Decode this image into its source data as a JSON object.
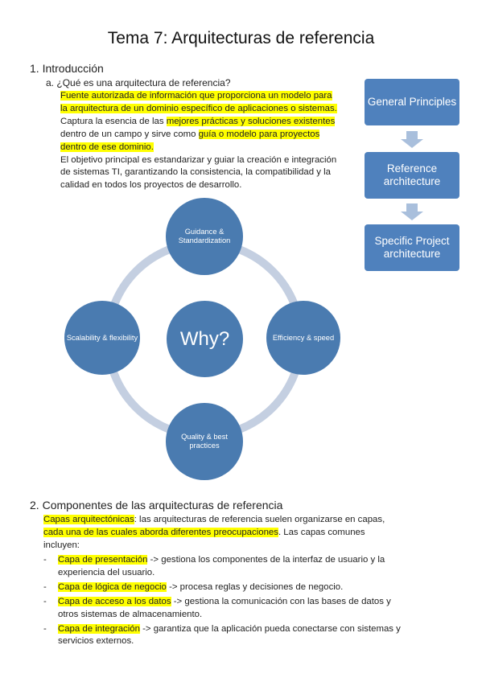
{
  "title": "Tema 7: Arquitecturas de referencia",
  "section1": {
    "number": "1.",
    "heading": "Introducción",
    "sub_number": "a.",
    "sub_heading": "¿Qué es una arquitectura de referencia?",
    "para1_line1": "Fuente autorizada de información que proporciona un modelo para",
    "para1_line2": "la arquitectura de un dominio específico de aplicaciones o sistemas.",
    "para2_pre": "Captura la esencia de las ",
    "para2_hl1": "mejores prácticas y soluciones existentes",
    "para2_mid": "dentro de un campo y sirve como ",
    "para2_hl2": "guía o modelo para proyectos",
    "para2_hl3": "dentro de ese dominio.",
    "para3_line1": "El objetivo principal es estandarizar y guiar la creación e integración",
    "para3_line2": "de sistemas TI, garantizando la consistencia, la compatibilidad y la",
    "para3_line3": "calidad en todos los proyectos de desarrollo."
  },
  "flow": [
    "General Principles",
    "Reference architecture",
    "Specific Project architecture"
  ],
  "cycle": {
    "center": "Why?",
    "top": "Guidance & Standardization",
    "right": "Efficiency & speed",
    "bottom": "Quality & best practices",
    "left": "Scalability & flexibility"
  },
  "section2": {
    "number": "2.",
    "heading": "Componentes de las arquitecturas de referencia",
    "intro_hl1": "Capas arquitectónicas",
    "intro_rest1": ": las arquitecturas de referencia suelen organizarse en capas,",
    "intro_hl2": "cada una de las cuales aborda diferentes preocupaciones",
    "intro_rest2": ". Las capas comunes",
    "intro_line3": "incluyen:",
    "items": [
      {
        "hl": "Capa de presentación",
        "text": " -> gestiona los componentes de la interfaz de usuario y la",
        "text2": "experiencia del usuario."
      },
      {
        "hl": "Capa de lógica de negocio",
        "text": " -> procesa reglas y decisiones de negocio.",
        "text2": ""
      },
      {
        "hl": "Capa de acceso a los datos",
        "text": " -> gestiona la comunicación con las bases de datos y",
        "text2": "otros sistemas de almacenamiento."
      },
      {
        "hl": "Capa de integración",
        "text": " -> garantiza que la aplicación pueda conectarse con sistemas y",
        "text2": "servicios externos."
      }
    ],
    "dash": "-"
  },
  "colors": {
    "highlight": "#ffff00",
    "box": "#4f81bd",
    "circle": "#4a7bb0",
    "arrow": "#a9bfdc",
    "ring": "#c4cfe1"
  }
}
